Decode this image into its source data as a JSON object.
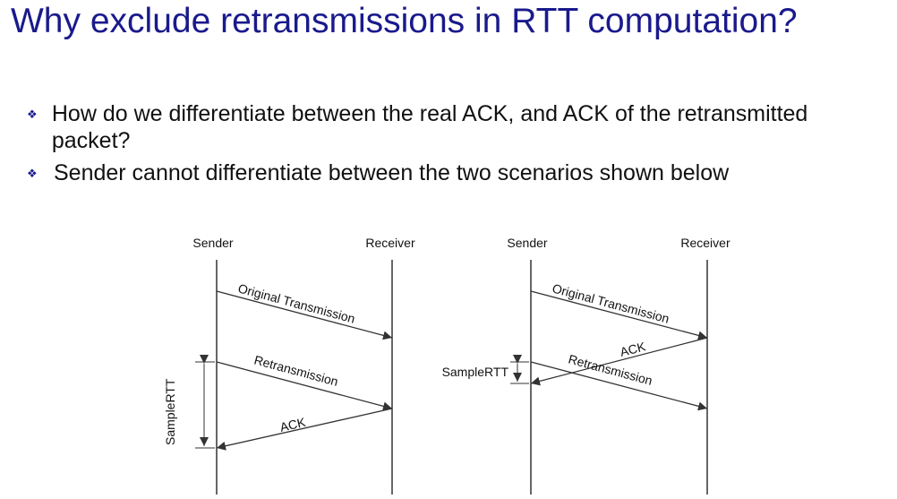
{
  "slide": {
    "title": "Why exclude retransmissions in RTT computation?",
    "bullets": [
      "How do we differentiate between the real ACK, and ACK of the retransmitted packet?",
      "Sender cannot differentiate between the two scenarios shown below"
    ]
  },
  "diagram": {
    "left": {
      "sender_label": "Sender",
      "receiver_label": "Receiver",
      "original_label": "Original Transmission",
      "retransmission_label": "Retransmission",
      "ack_label": "ACK",
      "samplertt_label": "SampleRTT"
    },
    "right": {
      "sender_label": "Sender",
      "receiver_label": "Receiver",
      "original_label": "Original Transmission",
      "retransmission_label": "Retransmission",
      "ack_label": "ACK",
      "samplertt_label": "SampleRTT"
    }
  }
}
